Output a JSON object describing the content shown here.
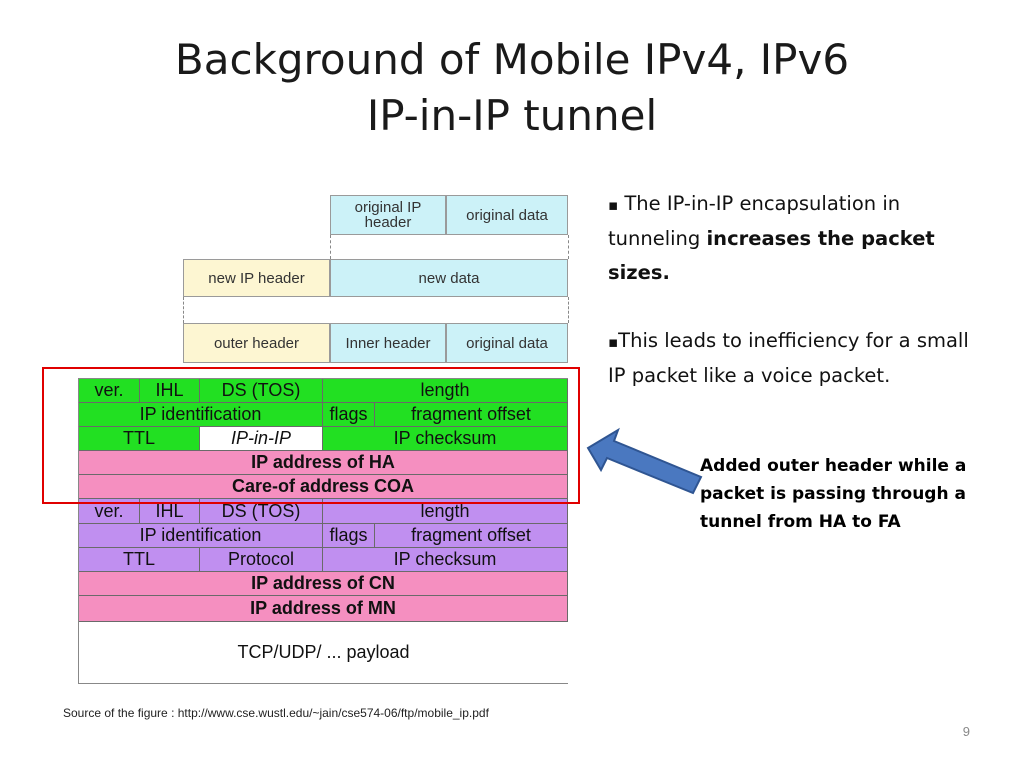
{
  "title": {
    "line1": "Background of Mobile IPv4, IPv6",
    "line2": "IP-in-IP tunnel"
  },
  "figure": {
    "row1": {
      "original_ip_header": "original IP header",
      "original_data": "original data"
    },
    "row2": {
      "new_ip_header": "new IP header",
      "new_data": "new data"
    },
    "row3": {
      "outer_header": "outer header",
      "inner_header": "Inner header",
      "original_data": "original data"
    },
    "outer": {
      "ver": "ver.",
      "ihl": "IHL",
      "ds": "DS (TOS)",
      "length": "length",
      "ip_identification": "IP identification",
      "flags": "flags",
      "fragment_offset": "fragment offset",
      "ttl": "TTL",
      "ip_in_ip": "IP-in-IP",
      "ip_checksum": "IP checksum",
      "ip_address_ha": "IP address of HA",
      "coa": "Care-of address COA"
    },
    "inner": {
      "ver": "ver.",
      "ihl": "IHL",
      "ds": "DS (TOS)",
      "length": "length",
      "ip_identification": "IP identification",
      "flags": "flags",
      "fragment_offset": "fragment offset",
      "ttl": "TTL",
      "protocol": "Protocol",
      "ip_checksum": "IP checksum",
      "ip_address_cn": "IP address of CN",
      "ip_address_mn": "IP address of MN",
      "payload": "TCP/UDP/ ... payload"
    },
    "colors": {
      "green": "#22e022",
      "pink": "#f58fc0",
      "violet": "#c08ff0",
      "cyan": "#ccf2f8",
      "cream": "#fdf6d2",
      "red": "#e00000",
      "arrow": "#4a78c0"
    }
  },
  "bullets": {
    "b1_marker": "▪",
    "b1_text": " The IP-in-IP encapsulation in tunneling ",
    "b1_bold": "increases the packet sizes.",
    "b2_marker": "▪",
    "b2_text": "This leads to inefficiency for a small  IP packet like a voice packet."
  },
  "note": " Added  outer header while a packet is passing through a tunnel from HA to FA",
  "source": "Source of the figure :  http://www.cse.wustl.edu/~jain/cse574-06/ftp/mobile_ip.pdf",
  "page_number": "9"
}
